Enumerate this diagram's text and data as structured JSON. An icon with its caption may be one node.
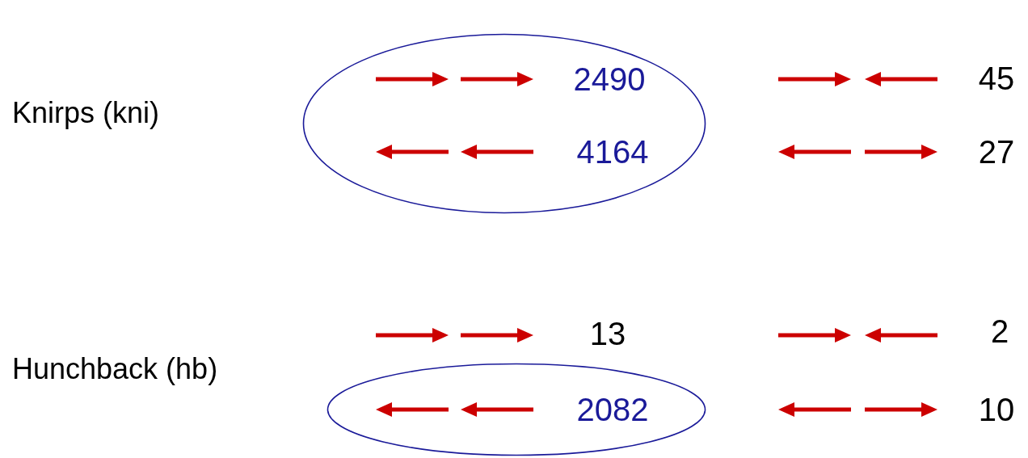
{
  "diagram": {
    "nodes": [
      {
        "text": [
          "2490",
          "4164"
        ]
      },
      {
        "text": [
          "2082"
        ]
      }
    ],
    "labels": [
      "Knirps (kni)",
      "45",
      "27",
      "Hunchback (hb)",
      "13",
      "2",
      "10"
    ]
  }
}
